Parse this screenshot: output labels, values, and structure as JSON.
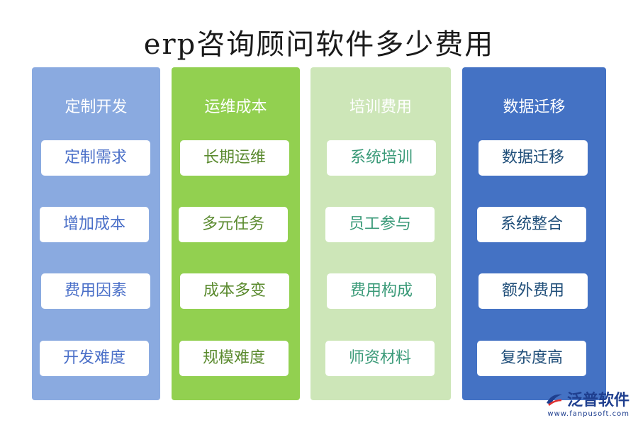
{
  "title": "erp咨询顾问软件多少费用",
  "columns": [
    {
      "heading": "定制开发",
      "color": "#8aaae0",
      "text_color": "#4a6fc8",
      "items": [
        "定制需求",
        "增加成本",
        "费用因素",
        "开发难度"
      ]
    },
    {
      "heading": "运维成本",
      "color": "#92d050",
      "text_color": "#5a8a2e",
      "items": [
        "长期运维",
        "多元任务",
        "成本多变",
        "规模难度"
      ]
    },
    {
      "heading": "培训费用",
      "color": "#cde6b8",
      "text_color": "#3a9a78",
      "items": [
        "系统培训",
        "员工参与",
        "费用构成",
        "师资材料"
      ]
    },
    {
      "heading": "数据迁移",
      "color": "#4472c4",
      "text_color": "#1f4e79",
      "items": [
        "数据迁移",
        "系统整合",
        "额外费用",
        "复杂度高"
      ]
    }
  ],
  "logo": {
    "name": "泛普软件",
    "url": "www.fanpusoft.com"
  }
}
